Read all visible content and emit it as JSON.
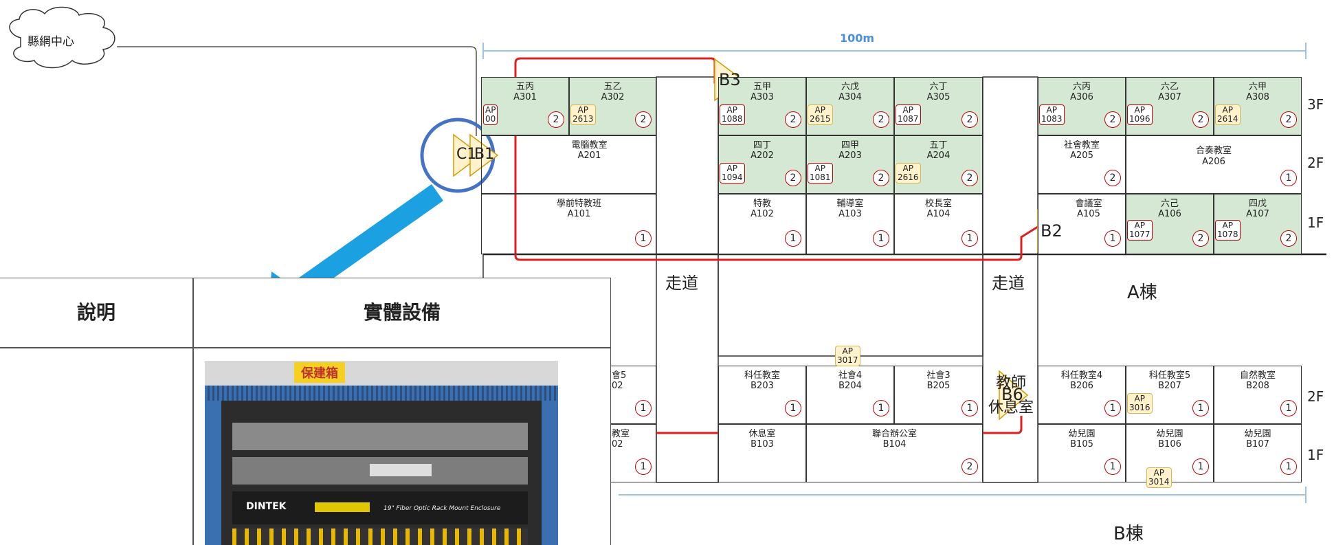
{
  "cloud_label": "縣網中心",
  "dimension_top": "100m",
  "floors": {
    "f3": "3F",
    "f2": "2F",
    "f1": "1F",
    "b2": "2F",
    "b1": "1F"
  },
  "corridor1": "走道",
  "corridor2": "走道",
  "building_a": "A棟",
  "building_b": "B棟",
  "cabinets": {
    "c1": "C1",
    "b1": "B1",
    "b3": "B3",
    "b2": "B2",
    "b6": "B6"
  },
  "rooms_a": [
    {
      "name": "五丙",
      "code": "A301",
      "badge": "2"
    },
    {
      "name": "五乙",
      "code": "A302",
      "badge": "2"
    },
    {
      "name": "五甲",
      "code": "A303",
      "badge": "2"
    },
    {
      "name": "六戊",
      "code": "A304",
      "badge": "2"
    },
    {
      "name": "六丁",
      "code": "A305",
      "badge": "2"
    },
    {
      "name": "六丙",
      "code": "A306",
      "badge": "2"
    },
    {
      "name": "六乙",
      "code": "A307",
      "badge": "2"
    },
    {
      "name": "六甲",
      "code": "A308",
      "badge": "2"
    },
    {
      "name": "電腦教室",
      "code": "A201",
      "badge": ""
    },
    {
      "name": "四丁",
      "code": "A202",
      "badge": "2"
    },
    {
      "name": "四甲",
      "code": "A203",
      "badge": "2"
    },
    {
      "name": "五丁",
      "code": "A204",
      "badge": "2"
    },
    {
      "name": "社會教室",
      "code": "A205",
      "badge": "2"
    },
    {
      "name": "合奏教室",
      "code": "A206",
      "badge": "1"
    },
    {
      "name": "學前特教班",
      "code": "A101",
      "badge": "1"
    },
    {
      "name": "特教",
      "code": "A102",
      "badge": "1"
    },
    {
      "name": "輔導室",
      "code": "A103",
      "badge": "1"
    },
    {
      "name": "校長室",
      "code": "A104",
      "badge": "1"
    },
    {
      "name": "會議室",
      "code": "A105",
      "badge": "1"
    },
    {
      "name": "六己",
      "code": "A106",
      "badge": "2"
    },
    {
      "name": "四戊",
      "code": "A107",
      "badge": "2"
    }
  ],
  "rooms_b": [
    {
      "name": "會5",
      "code": "02",
      "badge": "1"
    },
    {
      "name": "科任教室",
      "code": "B203",
      "badge": "1"
    },
    {
      "name": "社會4",
      "code": "B204",
      "badge": "1"
    },
    {
      "name": "社會3",
      "code": "B205",
      "badge": "1"
    },
    {
      "name": "教師",
      "code": "休息室",
      "badge": ""
    },
    {
      "name": "科任教室4",
      "code": "B206",
      "badge": "1"
    },
    {
      "name": "科任教室5",
      "code": "B207",
      "badge": "1"
    },
    {
      "name": "自然教室",
      "code": "B208",
      "badge": "1"
    },
    {
      "name": "教室",
      "code": "02",
      "badge": "1"
    },
    {
      "name": "休息室",
      "code": "B103",
      "badge": ""
    },
    {
      "name": "聯合辦公室",
      "code": "B104",
      "badge": "2"
    },
    {
      "name": "幼兒園",
      "code": "B105",
      "badge": "1"
    },
    {
      "name": "幼兒園",
      "code": "B106",
      "badge": "1"
    },
    {
      "name": "幼兒園",
      "code": "B107",
      "badge": "1"
    }
  ],
  "aps": [
    {
      "l1": "AP",
      "l2": "00"
    },
    {
      "l1": "AP",
      "l2": "2613"
    },
    {
      "l1": "AP",
      "l2": "1088"
    },
    {
      "l1": "AP",
      "l2": "2615"
    },
    {
      "l1": "AP",
      "l2": "1087"
    },
    {
      "l1": "AP",
      "l2": "1083"
    },
    {
      "l1": "AP",
      "l2": "1096"
    },
    {
      "l1": "AP",
      "l2": "2614"
    },
    {
      "l1": "AP",
      "l2": "1094"
    },
    {
      "l1": "AP",
      "l2": "1081"
    },
    {
      "l1": "AP",
      "l2": "2616"
    },
    {
      "l1": "AP",
      "l2": "1077"
    },
    {
      "l1": "AP",
      "l2": "1078"
    },
    {
      "l1": "AP",
      "l2": "3017"
    },
    {
      "l1": "AP",
      "l2": "3016"
    },
    {
      "l1": "AP",
      "l2": "3014"
    }
  ],
  "table": {
    "col1": "說明",
    "col2": "實體設備"
  },
  "photo": {
    "brand": "DINTEK",
    "caption": "19\" Fiber Optic Rack Mount Enclosure",
    "sign": "保建箱"
  },
  "colors": {
    "cable": "#e02020",
    "circle": "#4472c4",
    "arrow": "#1ba1e2",
    "dim": "#9dc3e6",
    "room_green": "#d5e8d4",
    "ap_yellow": "#fff2cc"
  }
}
